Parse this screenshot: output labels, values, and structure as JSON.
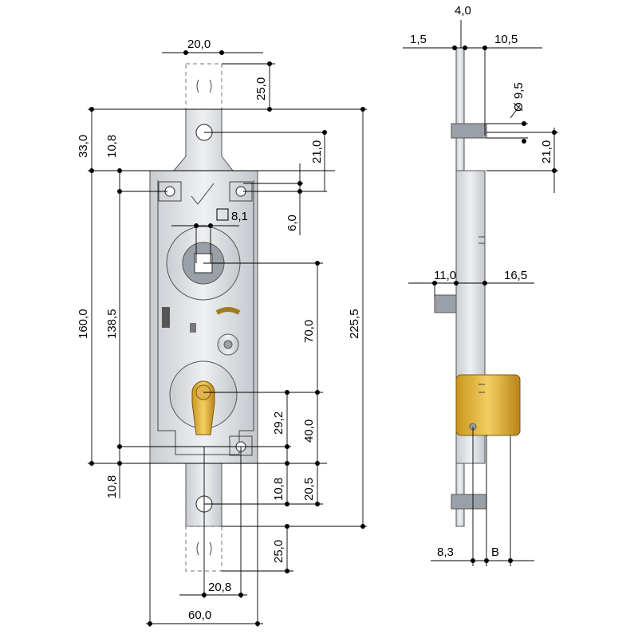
{
  "front_view": {
    "dimensions": {
      "top_plate_width": "20,0",
      "top_hole_offset": "25,0",
      "top_to_case": "33,0",
      "top_edge_to_holes": "10,8",
      "plate_hole_to_case": "21,0",
      "square_size": "8,1",
      "screw_spacing_small": "6,0",
      "overall_height": "160,0",
      "hole_span": "138,5",
      "square_to_cylinder": "70,0",
      "total_height": "225,5",
      "cylinder_offset": "29,2",
      "cylinder_to_bottom_hole": "40,0",
      "bottom_edge_to_holes": "10,8",
      "bottom_hole_offset_a": "10,8",
      "bottom_plate_hole": "20,5",
      "bottom_plate_offset": "25,0",
      "bottom_plate_width": "20,8",
      "case_width": "60,0"
    }
  },
  "side_view": {
    "dimensions": {
      "thickness_a": "1,5",
      "thickness_b": "4,0",
      "thickness_c": "10,5",
      "pin_diameter": "Ø 9,5",
      "pin_spacing": "21,0",
      "bolt_offset": "11,0",
      "case_depth": "16,5",
      "backset": "8,3",
      "variable": "B"
    }
  }
}
